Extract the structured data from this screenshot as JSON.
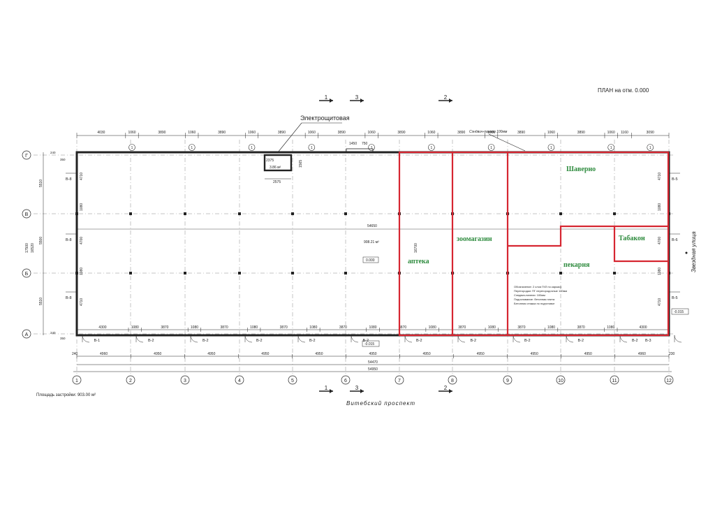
{
  "title": "ПЛАН на отм. 0.000",
  "room_label": "Электрощитовая",
  "room_dims": {
    "w": "2375",
    "area": "3.86 м²",
    "side": "1565",
    "bottom": "2575"
  },
  "small_dims": [
    "1450",
    "750"
  ],
  "leader_note": "Сэндвич-панели 100мм",
  "street_right": "Звездная улица",
  "street_bottom": "Витебский проспект",
  "area_total": "Площадь застройки: 903.00 м²",
  "hall_area": "908.21 м²",
  "level_mark": "0.000",
  "level_outside": "-0.015",
  "overall_length": "54650",
  "tenant_depth": "16700",
  "overall_width": "17500",
  "overall_width2": "16520",
  "right_mark": "-0.015",
  "notes": [
    "Обозначение: 2 слоя ГКЛ по каркасу",
    "Перегородки: ПГ перегородочные 100мм",
    "Сэндвич-панели: 100мм",
    "Подоснование: бетонная плита",
    "Бетонная стяжка по подготовке"
  ],
  "tenants": {
    "apteka": "аптека",
    "zoomag": "зоомагазин",
    "shaverno": "Шаверно",
    "pekarnya": "пекарня",
    "tabakon": "Табакон"
  },
  "axes_num": [
    "1",
    "2",
    "3",
    "4",
    "5",
    "6",
    "7",
    "8",
    "9",
    "10",
    "11",
    "12"
  ],
  "axes_letter": [
    "Г",
    "В",
    "Б",
    "А"
  ],
  "top_dims": [
    "4030",
    "1060",
    "3890",
    "1060",
    "3890",
    "1060",
    "3890",
    "1060",
    "3890",
    "1060",
    "3890",
    "1060",
    "3890",
    "1060",
    "3890",
    "1060",
    "3890",
    "1060",
    "1160",
    "3090"
  ],
  "bottom_dims1": [
    "4300",
    "1080",
    "3870",
    "1080",
    "3870",
    "1080",
    "3870",
    "1080",
    "3870",
    "1080",
    "3870",
    "1080",
    "3870",
    "1080",
    "3870",
    "1080",
    "3870",
    "1080",
    "4300"
  ],
  "bottom_dims2": [
    "4960",
    "4950",
    "4950",
    "4950",
    "4950",
    "4950",
    "4950",
    "4950",
    "4950",
    "4950",
    "4960"
  ],
  "bottom_edge": [
    "240",
    "230"
  ],
  "bottom_overall": [
    "54470",
    "54950"
  ],
  "left_dims": [
    "5510",
    "5500",
    "5510"
  ],
  "left_small": [
    "240",
    "350",
    "240",
    "350"
  ],
  "window_tags_bottom": [
    "В-1",
    "В-2",
    "В-2",
    "В-2",
    "В-2",
    "В-2",
    "В-2",
    "В-2",
    "В-2",
    "В-2",
    "В-2",
    "В-3"
  ],
  "window_tags_left": [
    "В-8",
    "В-8",
    "В-8"
  ],
  "window_tags_right": [
    "В-5",
    "В-6",
    "В-5"
  ],
  "side_dims": [
    "4710",
    "1080",
    "4700",
    "1080",
    "4710"
  ],
  "door_mark": "1",
  "section_marks": [
    "1",
    "3",
    "2"
  ],
  "colors": {
    "red": "#d62631",
    "green": "#2e8b3e",
    "line": "#222222",
    "grid": "#888888"
  }
}
